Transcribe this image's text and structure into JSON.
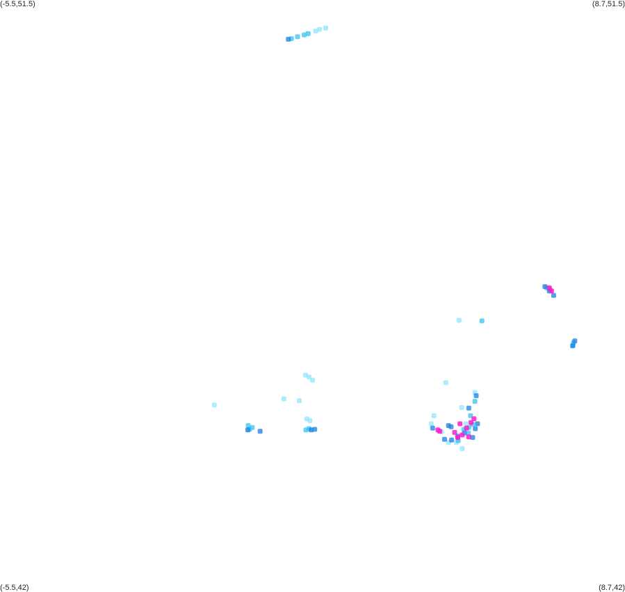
{
  "corners": {
    "top_left": "(-5.5,51.5)",
    "top_right": "(8.7,51.5)",
    "bottom_left": "(-5.5,42)",
    "bottom_right": "(8.7,42)"
  },
  "chart_data": {
    "type": "scatter",
    "xlim": [
      -5.5,
      8.7
    ],
    "ylim": [
      42,
      51.5
    ],
    "grid": false,
    "legend": "none",
    "colors": {
      "light": "#8fe6ff",
      "mid": "#35c2f0",
      "dark": "#1a7fe0",
      "hot": "#ff1acb"
    },
    "series": [
      {
        "color_key": "light",
        "points": [
          [
            1.67,
            51.0
          ],
          [
            1.76,
            51.03
          ],
          [
            1.9,
            51.05
          ],
          [
            0.95,
            45.1
          ],
          [
            1.3,
            45.07
          ],
          [
            -0.63,
            45.0
          ],
          [
            1.44,
            45.48
          ],
          [
            1.52,
            45.45
          ],
          [
            1.6,
            45.4
          ],
          [
            1.54,
            44.75
          ],
          [
            1.47,
            44.78
          ],
          [
            4.63,
            45.36
          ],
          [
            4.36,
            44.83
          ],
          [
            4.3,
            44.7
          ],
          [
            4.53,
            44.57
          ],
          [
            4.69,
            44.4
          ],
          [
            4.87,
            44.4
          ],
          [
            5.08,
            44.7
          ],
          [
            5.29,
            45.2
          ],
          [
            4.93,
            46.36
          ],
          [
            5.0,
            44.3
          ],
          [
            4.99,
            44.96
          ]
        ]
      },
      {
        "color_key": "mid",
        "points": [
          [
            1.12,
            50.88
          ],
          [
            1.26,
            50.91
          ],
          [
            1.41,
            50.94
          ],
          [
            1.5,
            50.96
          ],
          [
            0.14,
            44.67
          ],
          [
            0.23,
            44.64
          ],
          [
            0.17,
            44.61
          ],
          [
            1.52,
            44.62
          ],
          [
            1.45,
            44.6
          ],
          [
            6.92,
            46.88
          ],
          [
            6.99,
            46.86
          ],
          [
            7.53,
            46.0
          ],
          [
            7.52,
            45.96
          ],
          [
            4.91,
            44.43
          ],
          [
            5.04,
            44.61
          ],
          [
            5.15,
            44.64
          ],
          [
            5.24,
            44.69
          ],
          [
            5.14,
            44.55
          ],
          [
            5.45,
            46.35
          ],
          [
            5.29,
            45.06
          ],
          [
            5.19,
            44.83
          ]
        ]
      },
      {
        "color_key": "dark",
        "points": [
          [
            1.05,
            50.87
          ],
          [
            0.13,
            44.6
          ],
          [
            0.41,
            44.58
          ],
          [
            1.57,
            44.6
          ],
          [
            1.65,
            44.61
          ],
          [
            6.88,
            46.9
          ],
          [
            6.98,
            46.83
          ],
          [
            7.08,
            46.76
          ],
          [
            7.51,
            45.95
          ],
          [
            7.56,
            46.03
          ],
          [
            4.69,
            44.67
          ],
          [
            4.75,
            44.65
          ],
          [
            4.6,
            44.45
          ],
          [
            4.76,
            44.44
          ],
          [
            4.9,
            44.5
          ],
          [
            5.05,
            44.55
          ],
          [
            5.24,
            44.48
          ],
          [
            5.3,
            44.62
          ],
          [
            5.35,
            44.7
          ],
          [
            5.15,
            44.95
          ],
          [
            5.32,
            45.15
          ],
          [
            4.33,
            44.63
          ]
        ]
      },
      {
        "color_key": "hot",
        "points": [
          [
            6.98,
            46.88
          ],
          [
            7.03,
            46.83
          ],
          [
            4.45,
            44.6
          ],
          [
            4.49,
            44.58
          ],
          [
            4.9,
            44.48
          ],
          [
            5.0,
            44.52
          ],
          [
            5.15,
            44.49
          ],
          [
            5.1,
            44.63
          ],
          [
            5.2,
            44.72
          ],
          [
            4.95,
            44.7
          ],
          [
            5.27,
            44.78
          ],
          [
            4.83,
            44.56
          ]
        ]
      }
    ]
  }
}
